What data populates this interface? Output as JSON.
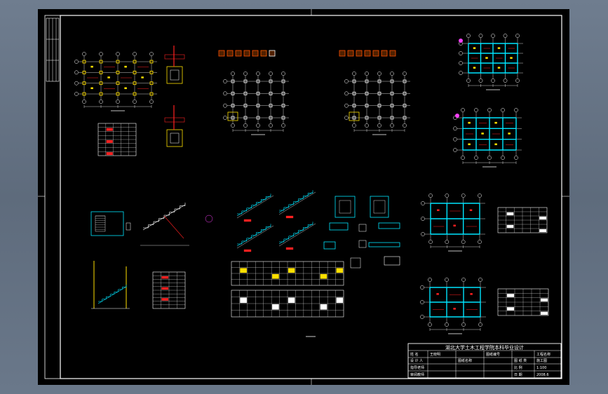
{
  "drawing": {
    "title_block": {
      "header": "湖北大学土木工程学院本科毕业设计",
      "rows": [
        {
          "left_label": "姓 名",
          "left_value": "王晓明",
          "mid_label": "图纸编号",
          "mid_value": "",
          "right_label": "工程名称",
          "right_value": ""
        },
        {
          "left_label": "设 计 人",
          "left_value": "",
          "mid_label": "图纸名称",
          "mid_value": "",
          "right_label": "图 纸 类",
          "right_value": "施工图"
        },
        {
          "left_label": "指导老师",
          "left_value": "",
          "mid_label": "",
          "mid_value": "",
          "right_label": "比 例",
          "right_value": "1:100"
        },
        {
          "left_label": "审阅教师",
          "left_value": "",
          "mid_label": "",
          "mid_value": "",
          "right_label": "日 期",
          "right_value": "2008.6"
        }
      ]
    },
    "colors": {
      "background": "#000000",
      "frame": "#ffffff",
      "accent_cyan": "#00e5ff",
      "accent_yellow": "#ffe000",
      "accent_red": "#ff2020",
      "accent_magenta": "#ff40ff"
    }
  }
}
